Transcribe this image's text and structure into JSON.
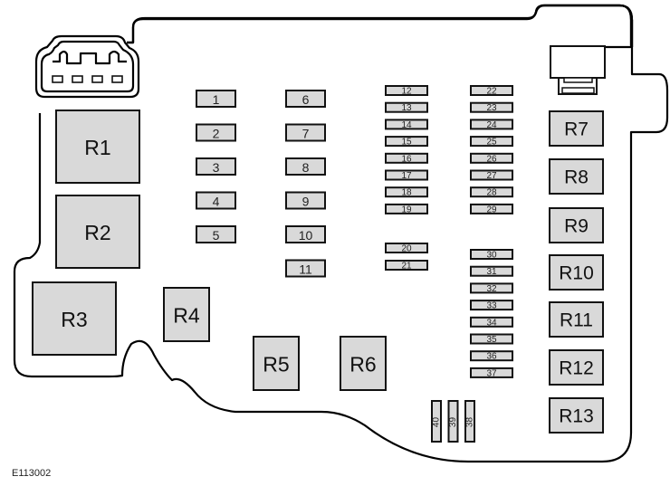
{
  "diagram": {
    "title": "Fuse box layout",
    "caption": "E113002",
    "colors": {
      "component_fill": "#d9d9d9",
      "stroke": "#111111",
      "background": "#ffffff"
    },
    "connector_icon": "connector-plug-icon",
    "top_right_component": "diode-module-icon",
    "large_fuses_left": [
      "1",
      "2",
      "3",
      "4",
      "5"
    ],
    "large_fuses_middle": [
      "6",
      "7",
      "8",
      "9",
      "10",
      "11"
    ],
    "mini_fuses_col1": [
      "12",
      "13",
      "14",
      "15",
      "16",
      "17",
      "18",
      "19"
    ],
    "mini_fuses_col1b": [
      "20",
      "21"
    ],
    "mini_fuses_col2": [
      "22",
      "23",
      "24",
      "25",
      "26",
      "27",
      "28",
      "29"
    ],
    "mini_fuses_col3": [
      "30",
      "31",
      "32",
      "33",
      "34",
      "35",
      "36",
      "37"
    ],
    "vertical_fuses": [
      "40",
      "39",
      "38"
    ],
    "relays_left": [
      "R1",
      "R2",
      "R3",
      "R4"
    ],
    "relays_bottom": [
      "R5",
      "R6"
    ],
    "relays_right": [
      "R7",
      "R8",
      "R9",
      "R10",
      "R11",
      "R12",
      "R13"
    ]
  }
}
